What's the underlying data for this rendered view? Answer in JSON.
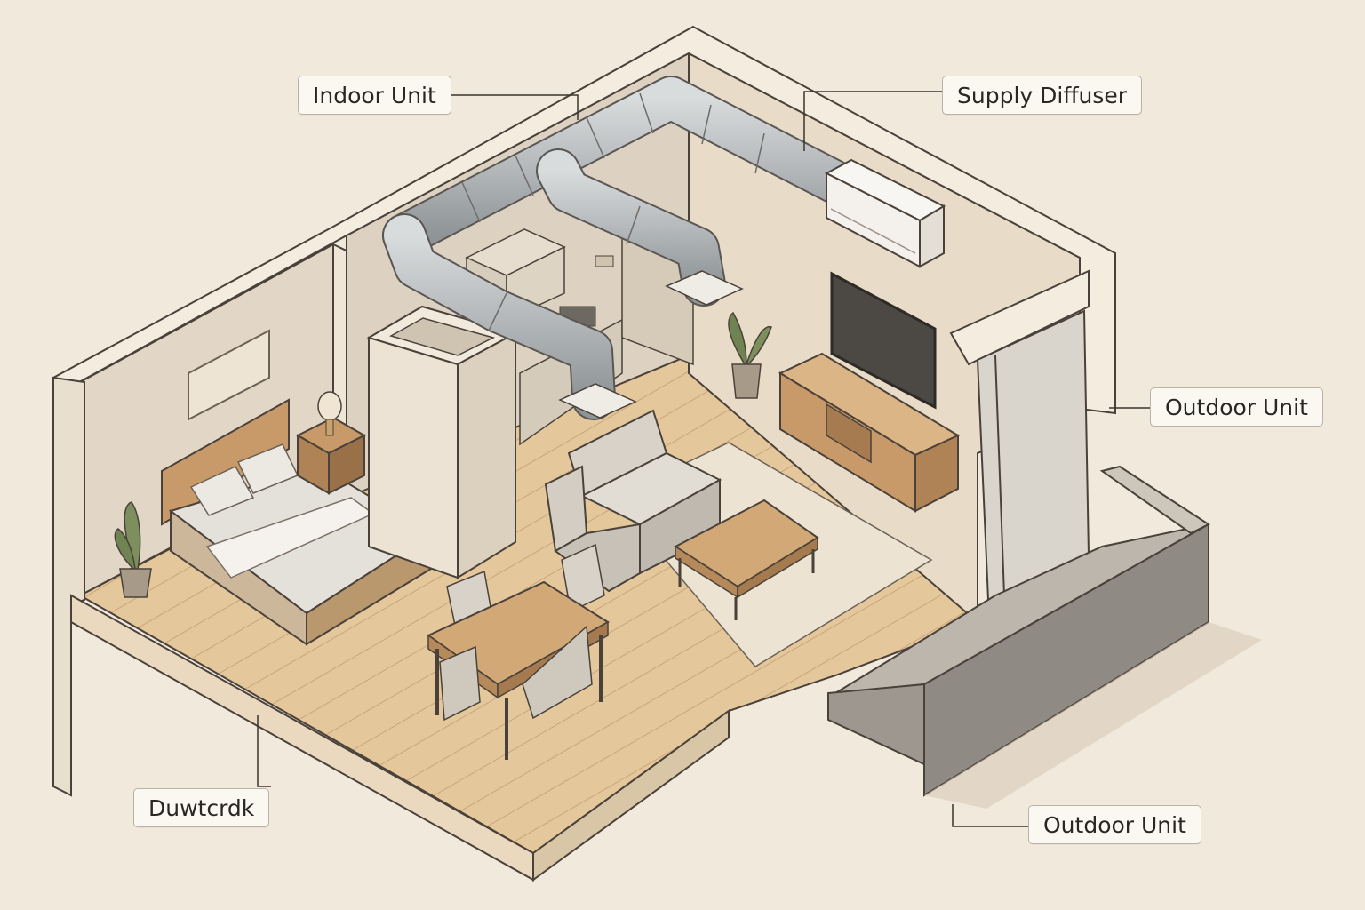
{
  "callouts": {
    "indoor_unit": "Indoor Unit",
    "supply_diffuser": "Supply Diffuser",
    "outdoor_unit_wall": "Outdoor Unit",
    "ductwork": "Duwtcrdk",
    "outdoor_unit_balcony": "Outdoor Unit"
  },
  "colors": {
    "background": "#f1e9dc",
    "wall": "#e9dfcf",
    "floor": "#e6c9a0",
    "duct": "#b9bdbf",
    "line": "#4a423a"
  }
}
